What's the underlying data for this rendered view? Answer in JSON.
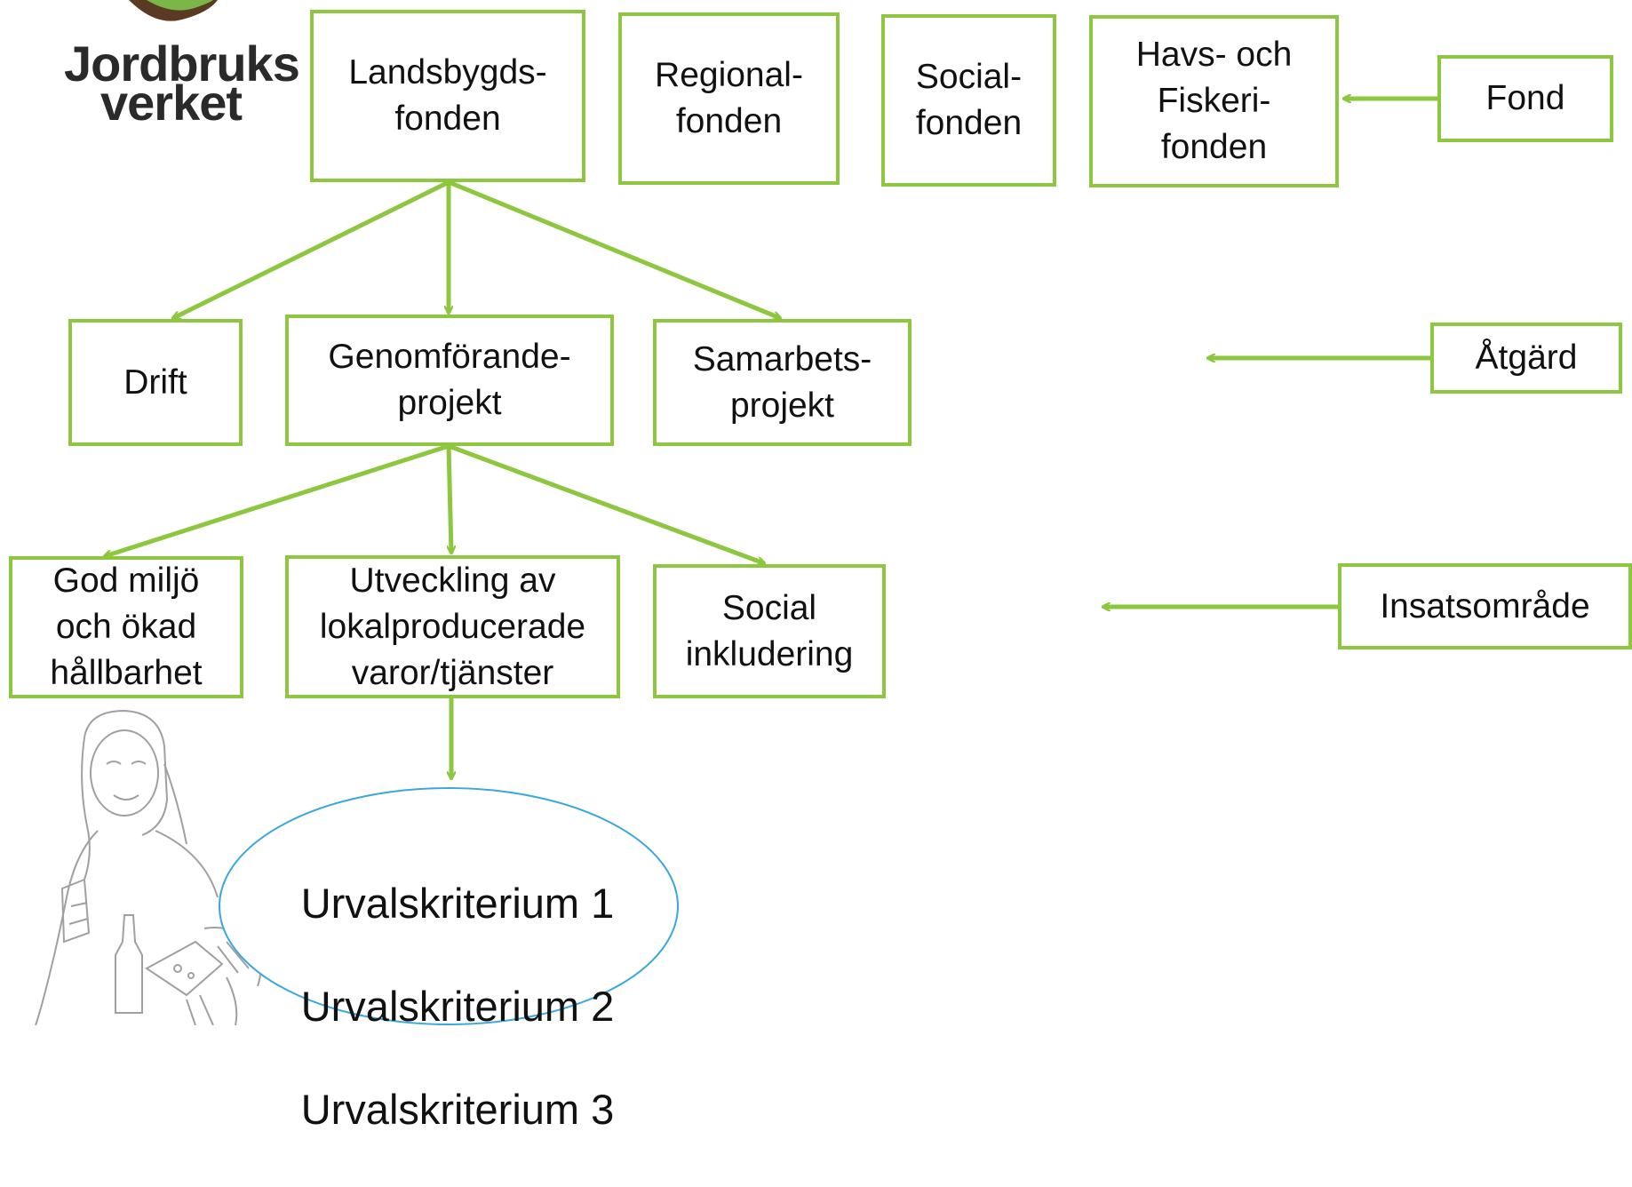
{
  "logo": {
    "line1": "Jordbruks",
    "line2": "verket",
    "brand_green": "#7ab648",
    "brand_brown": "#5a3a22"
  },
  "colors": {
    "box_border": "#8dc63f",
    "arrow": "#8dc63f",
    "ellipse_border": "#3aa8dc",
    "sketch": "#9a9a9a"
  },
  "fonder": {
    "landsbygd": "Landsbygds-\nfonden",
    "regional": "Regional-\nfonden",
    "social": "Social-\nfonden",
    "havs": "Havs- och\nFiskeri-\nfonden"
  },
  "atgarder": {
    "drift": "Drift",
    "genomforande": "Genomförande-\nprojekt",
    "samarbete": "Samarbets-\nprojekt"
  },
  "insatsomraden": {
    "miljo": "God miljö\noch ökad\nhållbarhet",
    "lokal": "Utveckling av\nlokalproducerade\nvaror/tjänster",
    "social": "Social\ninkludering"
  },
  "kriterier": [
    "Urvalskriterium 1",
    "Urvalskriterium 2",
    "Urvalskriterium 3"
  ],
  "legend": {
    "fond": "Fond",
    "atgard": "Åtgärd",
    "insats": "Insatsområde"
  }
}
